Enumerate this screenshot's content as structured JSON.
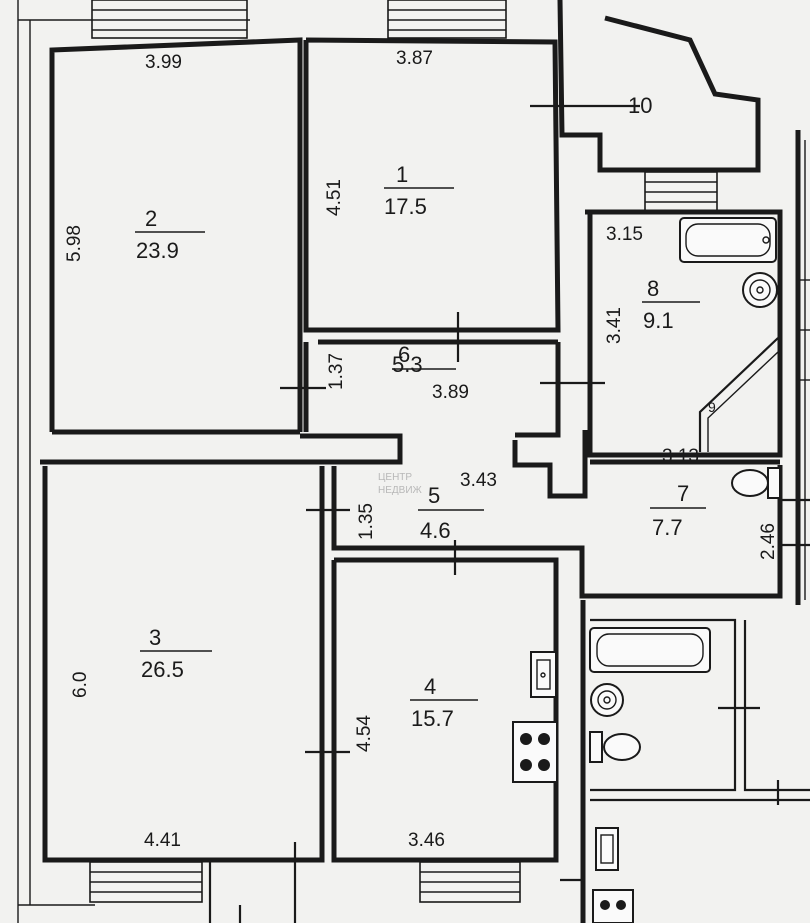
{
  "watermark": [
    "ЦЕНТР",
    "НЕДВИЖ"
  ],
  "rooms": [
    {
      "id": "room-1",
      "number": "1",
      "area": "17.5"
    },
    {
      "id": "room-2",
      "number": "2",
      "area": "23.9"
    },
    {
      "id": "room-3",
      "number": "3",
      "area": "26.5"
    },
    {
      "id": "room-4",
      "number": "4",
      "area": "15.7"
    },
    {
      "id": "room-5",
      "number": "5",
      "area": "4.6"
    },
    {
      "id": "room-6",
      "number": "6",
      "area": "5.3"
    },
    {
      "id": "room-7",
      "number": "7",
      "area": "7.7"
    },
    {
      "id": "room-8",
      "number": "8",
      "area": "9.1"
    },
    {
      "id": "room-9",
      "number": "9",
      "area": ""
    },
    {
      "id": "room-10",
      "number": "10",
      "area": ""
    }
  ],
  "dimensions": [
    {
      "id": "dim-room2-width",
      "value": "3.99"
    },
    {
      "id": "dim-room1-width",
      "value": "3.87"
    },
    {
      "id": "dim-room2-length",
      "value": "5.98"
    },
    {
      "id": "dim-room1-length",
      "value": "4.51"
    },
    {
      "id": "dim-room8-width",
      "value": "3.15"
    },
    {
      "id": "dim-room8-length",
      "value": "3.41"
    },
    {
      "id": "dim-room6-width",
      "value": "1.37"
    },
    {
      "id": "dim-room6-length",
      "value": "3.89"
    },
    {
      "id": "dim-room7-width",
      "value": "3.13"
    },
    {
      "id": "dim-room5-length",
      "value": "3.43"
    },
    {
      "id": "dim-room5-width",
      "value": "1.35"
    },
    {
      "id": "dim-room7-length",
      "value": "2.46"
    },
    {
      "id": "dim-room3-length",
      "value": "6.0"
    },
    {
      "id": "dim-room4-length",
      "value": "4.54"
    },
    {
      "id": "dim-room3-width",
      "value": "4.41"
    },
    {
      "id": "dim-room4-width",
      "value": "3.46"
    }
  ]
}
